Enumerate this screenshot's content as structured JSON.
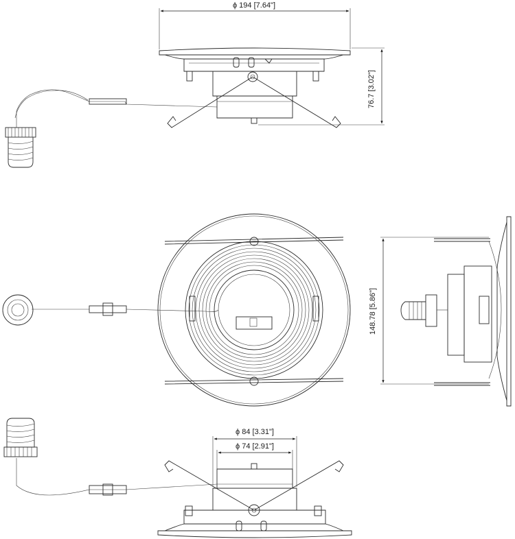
{
  "dimensions": {
    "top_diameter": "ϕ 194 [7.64\"]",
    "height": "76.7 [3.02\"]",
    "side_diameter": "148.78 [5.86\"]",
    "outer_diameter": "ϕ 84 [3.31\"]",
    "inner_diameter": "ϕ 74 [2.91\"]"
  },
  "colors": {
    "line": "#2a2a2a",
    "background": "#ffffff"
  }
}
